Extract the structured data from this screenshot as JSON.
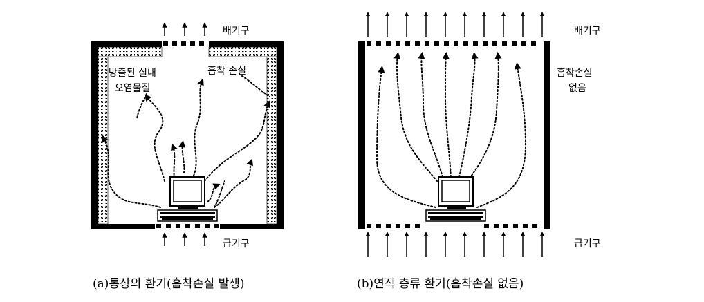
{
  "panel_a": {
    "exhaust_label": "배기구",
    "supply_label": "급기구",
    "pollutant_label_line1": "방출된 실내",
    "pollutant_label_line2": "오염물질",
    "adsorption_label": "흡착 손실",
    "caption": "(a)통상의 환기(흡착손실 발생)"
  },
  "panel_b": {
    "exhaust_label": "배기구",
    "supply_label": "급기구",
    "no_adsorption_line1": "흡착손실",
    "no_adsorption_line2": "없음",
    "caption": "(b)연직 층류 환기(흡착손실 없음)"
  },
  "colors": {
    "ink": "#000000",
    "hatch": "#c8c8c8",
    "background": "#ffffff"
  },
  "icons": [
    "computer-monitor-icon",
    "keyboard-icon"
  ]
}
